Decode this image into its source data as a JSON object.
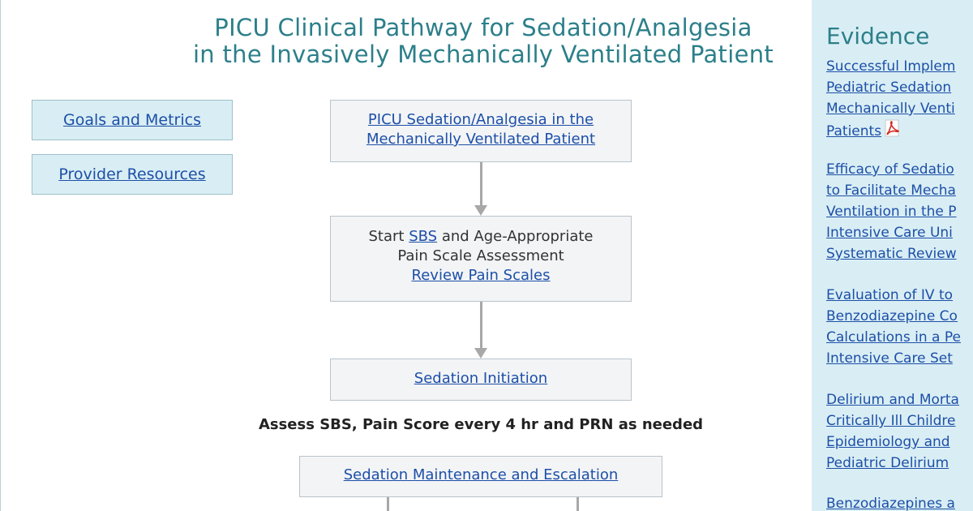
{
  "title": {
    "line1": "PICU Clinical Pathway for Sedation/Analgesia",
    "line2": "in the Invasively Mechanically Ventilated Patient"
  },
  "sidebar": {
    "goals_label": "Goals and Metrics",
    "resources_label": "Provider Resources"
  },
  "flow": {
    "box1_line1": "PICU Sedation/Analgesia in the",
    "box1_line2": "Mechanically Ventilated Patient",
    "box2_start": "Start ",
    "box2_sbs": "SBS",
    "box2_rest": " and Age-Appropriate",
    "box2_line2": "Pain Scale Assessment",
    "box2_link": "Review Pain Scales",
    "box3_label": "Sedation Initiation",
    "assess_text": "Assess SBS, Pain Score every 4 hr and PRN as needed",
    "box4_label": "Sedation Maintenance and Escalation"
  },
  "evidence": {
    "heading": "Evidence",
    "items": [
      {
        "lines": [
          "Successful Implem",
          "Pediatric Sedation",
          "Mechanically Venti",
          "Patients"
        ],
        "has_pdf": true
      },
      {
        "lines": [
          "Efficacy of Sedatio",
          "to Facilitate Mecha",
          "Ventilation in the P",
          "Intensive Care Uni",
          "Systematic Review"
        ]
      },
      {
        "lines": [
          "Evaluation of IV to",
          "Benzodiazepine Co",
          "Calculations in a Pe",
          "Intensive Care Set"
        ]
      },
      {
        "lines": [
          "Delirium and Morta",
          "Critically Ill Childre",
          "Epidemiology and",
          "Pediatric Delirium"
        ]
      },
      {
        "lines": [
          "Benzodiazepines a"
        ]
      }
    ]
  },
  "colors": {
    "title": "#2c7f8a",
    "link": "#1d4fa8",
    "panel_bg": "#d9eef4",
    "box_bg": "#f2f4f6"
  }
}
